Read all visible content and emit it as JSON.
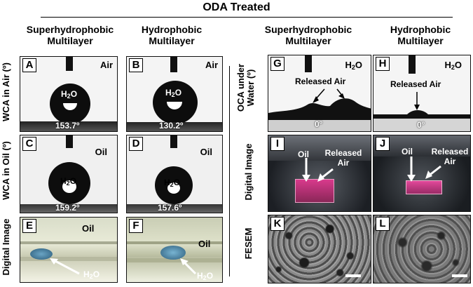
{
  "title": "ODA Treated",
  "columns": {
    "a": "Superhydrophobic Multilayer",
    "b": "Hydrophobic Multilayer",
    "c": "Superhydrophobic Multilayer",
    "d": "Hydrophobic Multilayer"
  },
  "row_labels": {
    "wca_air": "WCA in Air (º)",
    "wca_oil": "WCA in Oil (º)",
    "digital_left": "Digital Image",
    "oca_water_1": "OCA under",
    "oca_water_2": "Water (º)",
    "digital_right": "Digital Image",
    "fesem": "FESEM"
  },
  "panels": {
    "A": {
      "letter": "A",
      "medium": "Air",
      "drop": "H",
      "angle": "153.7º"
    },
    "B": {
      "letter": "B",
      "medium": "Air",
      "drop": "H",
      "angle": "130.2º"
    },
    "C": {
      "letter": "C",
      "medium": "Oil",
      "drop": "H",
      "angle": "159.2º"
    },
    "D": {
      "letter": "D",
      "medium": "Oil",
      "drop": "H",
      "angle": "157.6º"
    },
    "E": {
      "letter": "E",
      "medium": "Oil",
      "drop": "H"
    },
    "F": {
      "letter": "F",
      "medium": "Oil",
      "drop": "H"
    },
    "G": {
      "letter": "G",
      "medium": "H",
      "annotation": "Released Air",
      "angle": "0º"
    },
    "H": {
      "letter": "H",
      "medium": "H",
      "annotation": "Released Air",
      "angle": "0º"
    },
    "I": {
      "letter": "I",
      "oil": "Oil",
      "annotation": "Released Air"
    },
    "J": {
      "letter": "J",
      "oil": "Oil",
      "annotation": "Released Air"
    },
    "K": {
      "letter": "K"
    },
    "L": {
      "letter": "L"
    }
  },
  "h2o_sub": "2",
  "h2o_tail": "O"
}
